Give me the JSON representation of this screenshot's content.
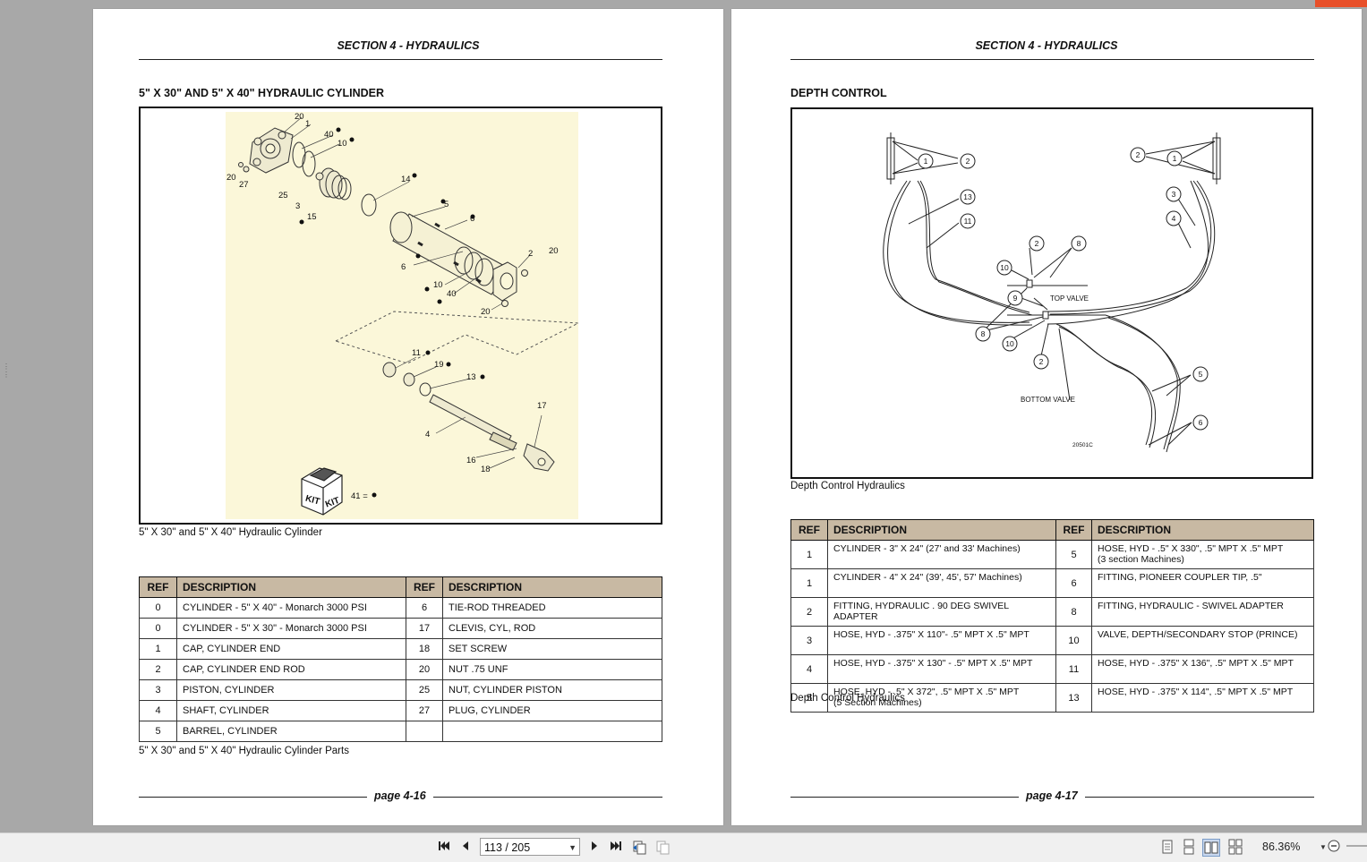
{
  "viewer": {
    "page_indicator": "113 / 205",
    "zoom": "86.36%"
  },
  "left_page": {
    "section_title": "SECTION 4 - HYDRAULICS",
    "heading": "5\" X 30\" AND 5\" X 40\" HYDRAULIC CYLINDER",
    "figure_caption": "5\" X 30\" and 5\" X 40\" Hydraulic Cylinder",
    "table_caption": "5\" X 30\" and 5\" X 40\" Hydraulic Cylinder Parts",
    "footer": "page 4-16",
    "table": {
      "headers": [
        "REF",
        "DESCRIPTION",
        "REF",
        "DESCRIPTION"
      ],
      "rows": [
        [
          "0",
          "CYLINDER - 5\" X 40\" - Monarch 3000 PSI",
          "6",
          "TIE-ROD THREADED"
        ],
        [
          "0",
          "CYLINDER - 5\" X 30\" - Monarch 3000 PSI",
          "17",
          "CLEVIS, CYL, ROD"
        ],
        [
          "1",
          "CAP, CYLINDER END",
          "18",
          "SET SCREW"
        ],
        [
          "2",
          "CAP, CYLINDER END ROD",
          "20",
          "NUT .75 UNF"
        ],
        [
          "3",
          "PISTON, CYLINDER",
          "25",
          "NUT, CYLINDER PISTON"
        ],
        [
          "4",
          "SHAFT, CYLINDER",
          "27",
          "PLUG, CYLINDER"
        ],
        [
          "5",
          "BARREL, CYLINDER",
          "",
          ""
        ]
      ]
    },
    "diagram_labels": {
      "l20a": "20",
      "l1": "1",
      "l40a": "40",
      "l10a": "10",
      "l20b": "20",
      "l27": "27",
      "l25": "25",
      "l3": "3",
      "l15": "15",
      "l14": "14",
      "l5": "5",
      "l6a": "6",
      "l2": "2",
      "l20c": "20",
      "l6b": "6",
      "l10b": "10",
      "l40b": "40",
      "l20d": "20",
      "l11": "11",
      "l19": "19",
      "l13": "13",
      "l17": "17",
      "l4": "4",
      "l16": "16",
      "l18": "18",
      "l41": "41 =",
      "kit1": "KIT",
      "kit2": "KIT"
    }
  },
  "right_page": {
    "section_title": "SECTION 4 - HYDRAULICS",
    "heading": "DEPTH CONTROL",
    "figure_caption": "Depth Control Hydraulics",
    "table_caption": "Depth Control Hydraulics",
    "footer": "page 4-17",
    "table": {
      "headers": [
        "REF",
        "DESCRIPTION",
        "REF",
        "DESCRIPTION"
      ],
      "rows": [
        [
          "1",
          "CYLINDER - 3\" X 24\"  (27' and 33' Machines)",
          "5",
          "HOSE, HYD - .5\" X 330\", .5\" MPT X .5\" MPT",
          "",
          "(3 section Machines)"
        ],
        [
          "1",
          "CYLINDER - 4\" X 24\" (39', 45', 57' Machines)",
          "6",
          "FITTING, PIONEER COUPLER TIP, .5\"",
          "",
          ""
        ],
        [
          "2",
          "FITTING, HYDRAULIC . 90 DEG SWIVEL",
          "8",
          "FITTING, HYDRAULIC - SWIVEL ADAPTER",
          "ADAPTER",
          ""
        ],
        [
          "3",
          "HOSE, HYD - .375\" X 110\"- .5\" MPT X .5\" MPT",
          "10",
          "VALVE, DEPTH/SECONDARY STOP (PRINCE)",
          "",
          ""
        ],
        [
          "4",
          "HOSE, HYD - .375\" X 130\" - .5\" MPT X .5\" MPT",
          "11",
          "HOSE, HYD - .375\" X 136\", .5\" MPT X .5\" MPT",
          "",
          ""
        ],
        [
          "5",
          "HOSE, HYD - .5\" X 372\", .5\" MPT X .5\" MPT",
          "13",
          "HOSE, HYD - .375\" X 114\", .5\" MPT X .5\" MPT",
          "(5 Section Machines)",
          ""
        ]
      ]
    },
    "diagram_labels": {
      "c1a": "1",
      "c2a": "2",
      "c2b": "2",
      "c1b": "1",
      "c13": "13",
      "c11": "11",
      "c3": "3",
      "c4": "4",
      "c2c": "2",
      "c8a": "8",
      "c10a": "10",
      "c9": "9",
      "c8b": "8",
      "c10b": "10",
      "c2d": "2",
      "c5": "5",
      "c6": "6",
      "top_valve": "TOP  VALVE",
      "bottom_valve": "BOTTOM  VALVE",
      "drawing_no": "20501C"
    }
  }
}
